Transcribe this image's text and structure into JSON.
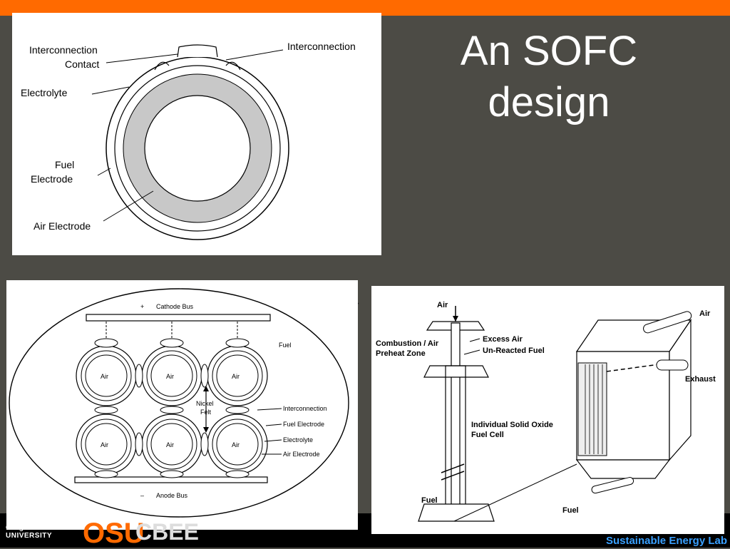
{
  "slide": {
    "title_line1": "An SOFC",
    "title_line2": "design"
  },
  "tubular_diagram": {
    "labels": {
      "interconnection_contact_1": "Interconnection",
      "interconnection_contact_2": "Contact",
      "interconnection": "Interconnection",
      "electrolyte": "Electrolyte",
      "fuel_electrode_1": "Fuel",
      "fuel_electrode_2": "Electrode",
      "air_electrode": "Air Electrode"
    }
  },
  "bundle_diagram": {
    "cathode_bus": "Cathode Bus",
    "cathode_sign": "+",
    "anode_bus": "Anode Bus",
    "anode_sign": "–",
    "fuel": "Fuel",
    "cell_label": "Air",
    "nickel_felt_1": "Nickel",
    "nickel_felt_2": "Felt",
    "callouts": {
      "interconnection": "Interconnection",
      "fuel_electrode": "Fuel Electrode",
      "electrolyte": "Electrolyte",
      "air_electrode": "Air Electrode"
    }
  },
  "stack_diagram": {
    "air_top": "Air",
    "air_right": "Air",
    "combustion_1": "Combustion / Air",
    "combustion_2": "Preheat Zone",
    "excess_air": "Excess Air",
    "unreacted_fuel": "Un-Reacted Fuel",
    "exhaust": "Exhaust",
    "cell_1": "Individual Solid Oxide",
    "cell_2": "Fuel Cell",
    "fuel_left": "Fuel",
    "fuel_bottom": "Fuel"
  },
  "footer": {
    "univ_line1": "Oregon State",
    "univ_line2": "UNIVERSITY",
    "osu": "OSU",
    "cbee": "CBEE",
    "lab": "Sustainable Energy Lab"
  }
}
